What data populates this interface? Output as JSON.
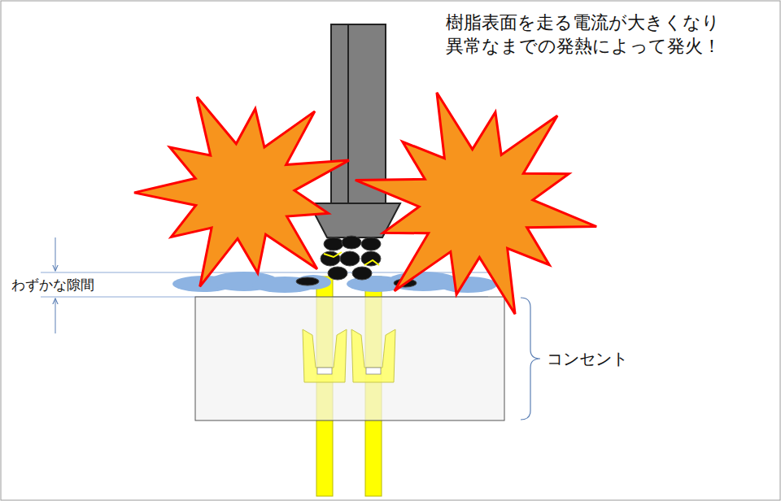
{
  "diagram": {
    "labels": [
      "樹脂表面を走る電流が大きくなり 異常なまでの発熱によって発火！",
      "わずかな隙間",
      "コンセント"
    ]
  }
}
